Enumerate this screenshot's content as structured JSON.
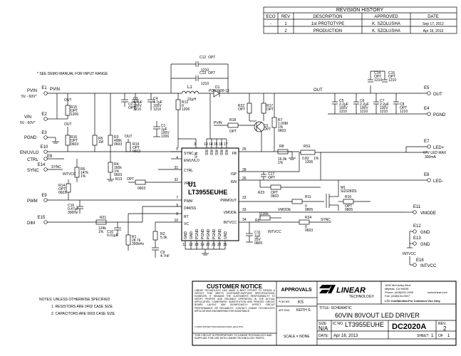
{
  "revision_history": {
    "title": "REVISION HISTORY",
    "headers": [
      "ECO",
      "REV",
      "DESCRIPTION",
      "APPROVED",
      "DATE"
    ],
    "rows": [
      [
        "-",
        "1",
        "1st PROTOTYPE",
        "K. SZOLUSHA",
        "Sep 17, 2012"
      ],
      [
        "",
        "2",
        "PRODUCTION",
        "K. SZOLUSHA",
        "Apr 16, 2013"
      ]
    ]
  },
  "demo_note": "* SEE DEMO MANUAL FOR INPUT RANGE",
  "terminals": {
    "e1": "E1",
    "pvin": "PVIN",
    "pvin_range": "5V - 60V*",
    "e2": "E2",
    "vin": "VIN",
    "vin_range": "5V - 60V*",
    "e3": "E3",
    "pgnd_left": "PGND",
    "e10": "E10",
    "en_uvlo": "EN/UVLO",
    "e6": "E6",
    "ctrl": "CTRL",
    "e14": "E14",
    "sync": "SYNC",
    "e9": "E9",
    "pwm": "PWM",
    "e15": "E15",
    "dim": "DIM",
    "e5": "E5",
    "out": "OUT",
    "e4": "E4",
    "pgnd_right": "PGND",
    "e7": "E7",
    "led_plus": "LED+",
    "led_spec": "67V LED MAX",
    "led_current": "300mA",
    "e8": "E8",
    "led_minus": "LED-",
    "e11": "E11",
    "vmode": "VMODE",
    "e12": "E12",
    "gnd1": "GND",
    "e13": "E13",
    "gnd2": "GND",
    "e16": "E16",
    "intvcc": "INTVCC"
  },
  "components": {
    "c12": [
      "C12",
      "OPT",
      "1210"
    ],
    "c13": [
      "C13",
      "OPT",
      "1210"
    ],
    "l1": [
      "L1",
      "22µH"
    ],
    "d1": [
      "D1",
      "PDS3100-13"
    ],
    "c2": [
      "C2",
      "OPT"
    ],
    "c3": [
      "C3",
      "4.7µF",
      "100V",
      "1210"
    ],
    "c4": [
      "C4",
      "4.7µF",
      "100V",
      "1210"
    ],
    "c1": [
      "C1",
      "1µF",
      "100V",
      "1206"
    ],
    "r12": [
      "R12",
      "0",
      "1206"
    ],
    "r15": [
      "R15",
      "OPT",
      "1206"
    ],
    "r16": [
      "R16",
      "OPT",
      "0603"
    ],
    "r5": [
      "R5",
      "1M"
    ],
    "r3": [
      "R3",
      "499k",
      "0603"
    ],
    "r4": [
      "R4",
      "165k",
      "1%",
      "0603"
    ],
    "r19": [
      "R19",
      "OPT",
      "0603"
    ],
    "r6": [
      "R6",
      "147k",
      "1%"
    ],
    "r13": [
      "R13",
      "OPT",
      "0603"
    ],
    "r14": [
      "R14",
      "OPT",
      "0603"
    ],
    "c16": [
      "C16",
      "0.47µF",
      "300Hz"
    ],
    "r21": [
      "R21",
      "124k",
      "1%"
    ],
    "c10": [
      "C10",
      "0.01µF"
    ],
    "r1": [
      "R1",
      "28.7k",
      "350kHz"
    ],
    "r2": [
      "R2",
      "5.3k"
    ],
    "c9": [
      "C9",
      "4.7nF"
    ],
    "r22": [
      "R22",
      "OPT"
    ],
    "r17": [
      "R17",
      "OPT"
    ],
    "r18": [
      "R18",
      "OPT"
    ],
    "q1": [
      "Q1",
      "OPT"
    ],
    "r7": [
      "R7",
      "1.00M",
      "1%",
      "0603"
    ],
    "r8": [
      "R8",
      "16.9k",
      "1%"
    ],
    "rs1": [
      "RS1",
      "0.82",
      "1%",
      "1206"
    ],
    "c17": [
      "C17",
      "OPT"
    ],
    "r23": [
      "R23",
      "OPT",
      "0603"
    ],
    "r11": [
      "R11",
      "0",
      "0805"
    ],
    "r10": [
      "R10",
      "OPT",
      "0805"
    ],
    "m1": [
      "M1",
      "Si2328DS"
    ],
    "r9": [
      "R9",
      "100k"
    ],
    "r24": [
      "R24",
      "0",
      "0603"
    ],
    "c11": [
      "C11",
      "1µF",
      "25V",
      "0805"
    ],
    "c5": [
      "C5",
      "2.2µF",
      "100V",
      "1210"
    ],
    "c6": [
      "C6",
      "2.2µF",
      "100V",
      "1210"
    ],
    "c7": [
      "C7",
      "2.2µF",
      "100V",
      "1210"
    ],
    "c8": [
      "C8",
      "OPT",
      "1210"
    ],
    "c14": [
      "C14",
      "OPT",
      "1210"
    ],
    "c15": [
      "C15",
      "OPT",
      "1210"
    ]
  },
  "net_labels": {
    "pvin": "PVIN",
    "out": "OUT",
    "sync": "SYNC",
    "intvcc": "INTVCC",
    "vmode": "VMODE",
    "out_small": "OUT"
  },
  "ic": {
    "ref": "U1",
    "part": "LT3955EUHE",
    "left_pins": [
      {
        "name": "SYNC",
        "num": "5"
      },
      {
        "name": "EN/UVLO",
        "num": "4"
      },
      {
        "name": "CTRL",
        "num": "31"
      },
      {
        "name": "VREF",
        "num": "32"
      },
      {
        "name": "PWM",
        "num": "7"
      },
      {
        "name": "DIM/SS",
        "num": "9"
      },
      {
        "name": "RT",
        "num": "8"
      },
      {
        "name": "VC",
        "num": "10"
      }
    ],
    "right_pins": [
      {
        "name": "FB",
        "num": "25"
      },
      {
        "name": "ISP",
        "num": "28"
      },
      {
        "name": "ISN",
        "num": "26"
      },
      {
        "name": "PWMOUT",
        "num": "23"
      },
      {
        "name": "VMODE",
        "num": "33"
      },
      {
        "name": "INTVCC",
        "num": "34"
      }
    ],
    "top_pins": [
      {
        "name": "VIN",
        "num": "3"
      },
      {
        "name": "SW",
        "num": "13"
      },
      {
        "name": "SW",
        "num": "14"
      },
      {
        "name": "SW",
        "num": "15"
      },
      {
        "name": "SW",
        "num": "16"
      },
      {
        "name": "SW",
        "num": "17"
      }
    ],
    "bottom_pins": [
      {
        "name": "GND",
        "num": "11"
      },
      {
        "name": "GND",
        "num": "12"
      },
      {
        "name": "PGND",
        "num": "18"
      },
      {
        "name": "PGND",
        "num": "19"
      },
      {
        "name": "PGND",
        "num": "20"
      },
      {
        "name": "PGND",
        "num": "21"
      },
      {
        "name": "PGND",
        "num": "22"
      },
      {
        "name": "GND",
        "num": "35"
      }
    ]
  },
  "notes": {
    "header": "NOTES: UNLESS OTHERWISE SPECIFIED",
    "n1": "1. RESISTORS ARE 0402 CASE SIZE.",
    "n2": "2. CAPACITORS ARE 0603 CASE SIZE."
  },
  "customer_notice": {
    "title": "CUSTOMER NOTICE",
    "body": "LINEAR TECHNOLOGY HAS MADE A BEST EFFORT TO DESIGN A CIRCUIT THAT MEETS CUSTOMER-SUPPLIED SPECIFICATIONS; HOWEVER, IT REMAINS THE CUSTOMER'S RESPONSIBILITY TO VERIFY PROPER AND RELIABLE OPERATION IN THE ACTUAL APPLICATION. COMPONENT SUBSTITUTION AND PRINTED CIRCUIT BOARD LAYOUT MAY SIGNIFICANTLY AFFECT CIRCUIT PERFORMANCE OR RELIABILITY. CONTACT LINEAR TECHNOLOGY APPLICATIONS ENGINEERING FOR ASSISTANCE.",
    "path": "C:\\PADS PROJECTS\\DC2020A\\DC2020A_REV2.DSN",
    "proprietary": "THIS CIRCUIT IS PROPRIETARY TO LINEAR TECHNOLOGY AND SUPPLIED FOR USE WITH LINEAR TECHNOLOGY PARTS."
  },
  "approvals": {
    "title": "APPROVALS",
    "pcb_des_label": "PCB DES.",
    "pcb_des_value": "KS",
    "app_eng_label": "APP ENG.",
    "app_eng_value": "KEITH S."
  },
  "company": {
    "logo": "LINEAR",
    "logo_sub": "TECHNOLOGY",
    "address1": "1630 McCarthy Blvd.",
    "address2": "Milpitas, CA 95035",
    "phone": "Phone: (408)432-1900",
    "web": "www.linear.com",
    "fax": "Fax: (408)434-0507",
    "confidential": "LTC Confidential-For Customer Use Only"
  },
  "title_block": {
    "title_label": "TITLE: SCHEMATIC",
    "title": "60VIN 80VOUT LED DRIVER",
    "size_label": "SIZE",
    "size_value": "N/A",
    "ic_no_label": "IC NO.",
    "ic_no": "LT3955EUHE",
    "doc": "DC2020A",
    "rev_label": "REV.",
    "rev": "2",
    "scale": "SCALE = NONE",
    "date_label": "DATE:",
    "date": "Apr 16, 2013",
    "sheet_label": "SHEET",
    "sheet": "1",
    "of_label": "OF",
    "of": "1"
  }
}
